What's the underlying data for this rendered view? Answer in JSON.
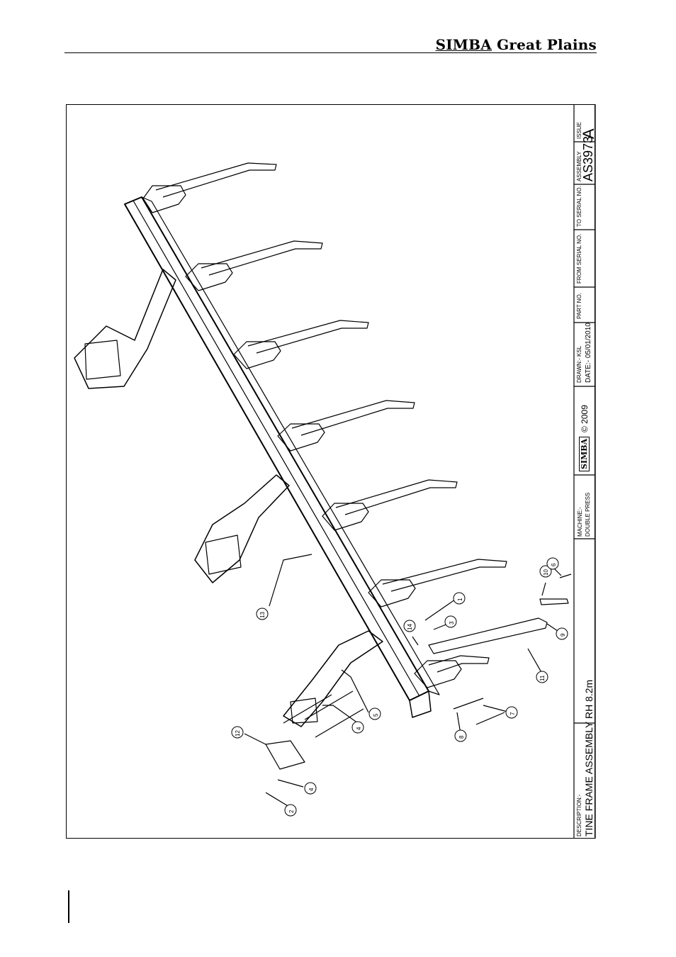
{
  "header": {
    "brand_part1": "SIMBA",
    "brand_part2": " Great Plains"
  },
  "title_block": {
    "description_label": "DESCRIPTION:-",
    "description_value": "TINE FRAME ASSEMBLY RH 8.2m",
    "machine_label": "MACHINE:-",
    "machine_value": "DOUBLE PRESS",
    "logo_text": "SIMBA",
    "copyright": "© 2009",
    "drawn": "DRAWN:- KSL",
    "date": "DATE:-  05/01/2010",
    "part_no_label": "PART NO.",
    "from_serial_label": "FROM SERIAL NO.",
    "to_serial_label": "TO SERIAL NO.",
    "assembly_label": "ASSEMBLY",
    "assembly_value": "AS3973",
    "issue_label": "ISSUE",
    "issue_value": "A"
  },
  "callouts": [
    "1",
    "2",
    "3",
    "4",
    "4",
    "5",
    "6",
    "7",
    "8",
    "9",
    "10",
    "11",
    "12",
    "13",
    "14"
  ],
  "colors": {
    "line": "#000000",
    "background": "#ffffff"
  }
}
